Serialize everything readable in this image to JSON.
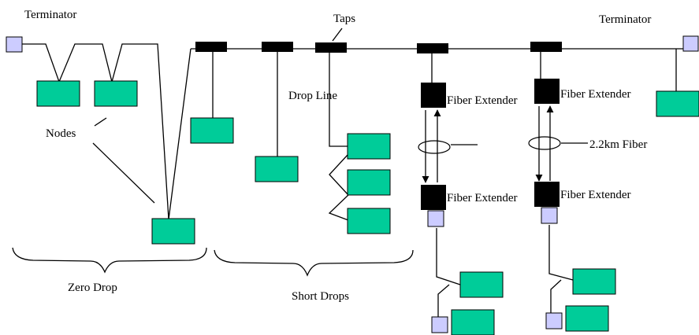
{
  "labels": {
    "terminator_left": "Terminator",
    "terminator_right": "Terminator",
    "taps": "Taps",
    "drop_line": "Drop Line",
    "nodes": "Nodes",
    "fiber_extender_1_top": "Fiber Extender",
    "fiber_extender_2_top": "Fiber Extender",
    "fiber_extender_1_bottom": "Fiber Extender",
    "fiber_extender_2_bottom": "Fiber Extender",
    "fiber": "2.2km Fiber",
    "zero_drop": "Zero Drop",
    "short_drops": "Short Drops"
  },
  "colors": {
    "node": "#00cc99",
    "terminator": "#ccccff",
    "tap": "#000000",
    "extender": "#000000",
    "line": "#000000"
  }
}
